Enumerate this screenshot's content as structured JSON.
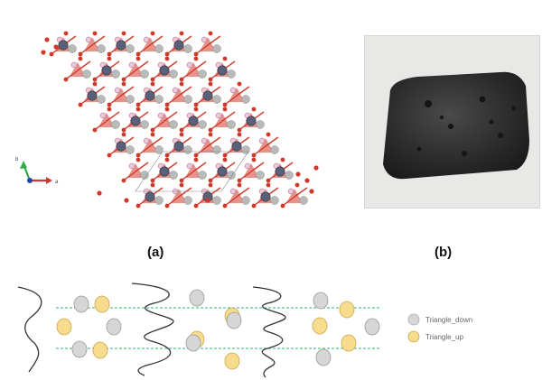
{
  "figure": {
    "panel_a_label": "(a)",
    "panel_b_label": "(b)",
    "axis_labels": {
      "vertical": "b",
      "horizontal": "a"
    },
    "legend": [
      {
        "label": "Triangle_down",
        "color": "#d6d6d6"
      },
      {
        "label": "Triangle_up",
        "color": "#f7dc8e"
      }
    ],
    "colors": {
      "oxygen": "#d0382b",
      "metal": "#5a5f7a",
      "silver_site": "#b9b9b9",
      "boron": "#e8c9d4",
      "guide_line": "#2fb56b",
      "rock": "#2b2b2b"
    }
  }
}
